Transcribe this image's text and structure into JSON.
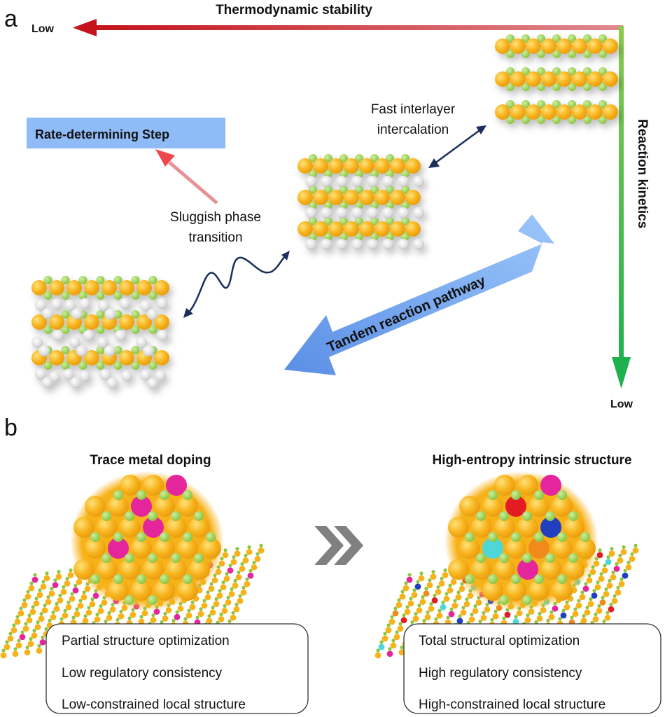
{
  "panel_a": {
    "label": "a",
    "x_axis": {
      "title": "Thermodynamic stability",
      "low_label": "Low",
      "color": "#c8161d"
    },
    "y_axis": {
      "title": "Reaction kinetics",
      "low_label": "Low",
      "color": "#22b14c"
    },
    "rate_box": {
      "label": "Rate-determining Step",
      "color": "#8fbcf7"
    },
    "annotations": {
      "fast_line1": "Fast interlayer",
      "fast_line2": "intercalation",
      "slow_line1": "Sluggish phase",
      "slow_line2": "transition"
    },
    "pathway_arrow": {
      "label": "Tandem reaction pathway",
      "color": "#6aa3ef"
    },
    "structures": [
      {
        "name": "pristine-layered-structure",
        "layers": 3,
        "intercalated": false
      },
      {
        "name": "intercalated-structure",
        "layers": 3,
        "intercalated": true
      },
      {
        "name": "phase-transitioned-structure",
        "layers": 3,
        "intercalated": true,
        "disordered": true
      }
    ],
    "atom_colors": {
      "metal": "#f7b21a",
      "chalcogen": "#8cc63f",
      "intercalant": "#e6e6e6"
    }
  },
  "panel_b": {
    "label": "b",
    "left": {
      "title": "Trace metal doping",
      "dopant_colors": [
        "#e5259b"
      ],
      "properties": [
        "Partial structure optimization",
        "Low regulatory consistency",
        "Low-constrained local structure"
      ]
    },
    "right": {
      "title": "High-entropy intrinsic structure",
      "dopant_colors": [
        "#e5259b",
        "#e31b23",
        "#1f3fbf",
        "#4fd6d6",
        "#f08a1a"
      ],
      "properties": [
        "Total structural optimization",
        "High regulatory consistency",
        "High-constrained local structure"
      ]
    },
    "transition_icon": "double-chevron-right-icon"
  }
}
